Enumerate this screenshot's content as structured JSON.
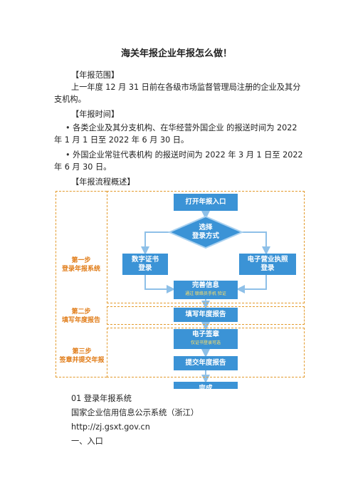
{
  "title": "海关年报企业年报怎么做！",
  "sections": {
    "scope_heading": "【年报范围】",
    "scope_line1": "上一年度 12 月 31 日前在各级市场监督管理局注册的企业及其分",
    "scope_line2": "支机构。",
    "time_heading": "【年报时间】",
    "time_b1_line1": "各类企业及其分支机构、在华经营外国企业 的报送时间为 2022",
    "time_b1_line2": "年 1 月 1 日至 2022 年 6 月 30 日。",
    "time_b2_line1": "外国企业常驻代表机构 的报送时间为 2022 年 3 月 1 日至 2022",
    "time_b2_line2": "年 6 月 30 日。",
    "flow_heading": "【年报流程概述】",
    "bullet_symbol": "•"
  },
  "flowchart": {
    "step1": "第一步\n登录年报系统",
    "step2": "第二步\n填写年度报告",
    "step3": "第三步\n签章并提交年报",
    "open_entry": "打开年报入口",
    "choose_login": "选择\n登录方式",
    "digital_cert": "数字证书\n登录",
    "e_license": "电子营业执照\n登录",
    "complete_info": "完善信息",
    "complete_info_sub": "通过 联络员手机 验证",
    "fill_report": "填写年度报告",
    "e_sign": "电子签章",
    "e_sign_sub": "仅证书登录可选",
    "submit_report": "提交年度报告",
    "done": "完成",
    "accent_color": "#3b93d6",
    "step_color": "#e07b16"
  },
  "after": {
    "item1": "01 登录年报系统",
    "item2": "国家企业信用信息公示系统（浙江）",
    "url": "http://zj.gsxt.gov.cn",
    "item3": "一、入口"
  }
}
